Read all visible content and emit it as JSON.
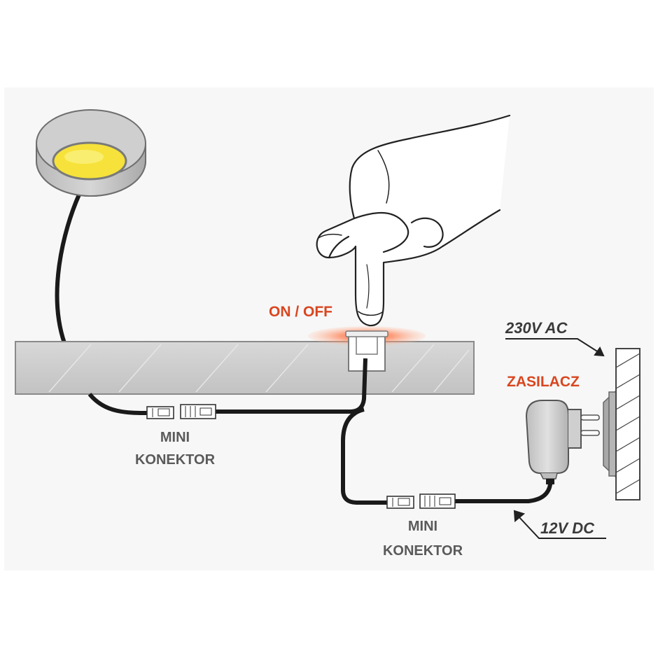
{
  "labels": {
    "switch": "ON / OFF",
    "connector1_line1": "MINI",
    "connector1_line2": "KONEKTOR",
    "connector2_line1": "MINI",
    "connector2_line2": "KONEKTOR",
    "power_supply": "ZASILACZ",
    "mains": "230V AC",
    "dc": "12V DC"
  },
  "colors": {
    "highlight": "#d9461f",
    "lamp_lens": "#f6e23a",
    "cable": "#1a1a1a"
  }
}
